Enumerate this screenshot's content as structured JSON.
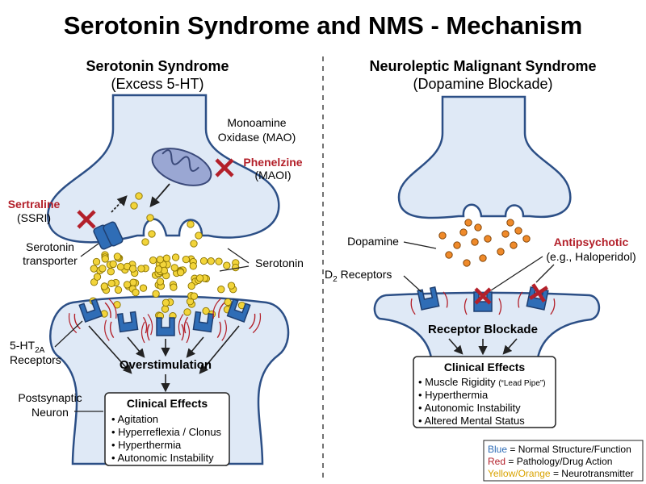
{
  "title": "Serotonin Syndrome and NMS - Mechanism",
  "colors": {
    "structure_fill": "#dfe9f6",
    "structure_stroke": "#2c4f86",
    "receptor": "#2f6db6",
    "pathology": "#b3202a",
    "serotonin": "#f2d43a",
    "dopamine": "#ef8a2a"
  },
  "left": {
    "heading": "Serotonin Syndrome",
    "subheading": "(Excess 5-HT)",
    "mao_label_1": "Monoamine",
    "mao_label_2": "Oxidase (MAO)",
    "phenelzine": "Phenelzine",
    "maoi": "(MAOI)",
    "sertraline": "Sertraline",
    "ssri": "(SSRI)",
    "transporter_1": "Serotonin",
    "transporter_2": "transporter",
    "serotonin": "Serotonin",
    "receptor_1_main": "5-HT",
    "receptor_1_sub": "2A",
    "receptor_2": "Receptors",
    "overstimulation": "Overstimulation",
    "postsynaptic_1": "Postsynaptic",
    "postsynaptic_2": "Neuron",
    "effects_title": "Clinical Effects",
    "effects": [
      "• Agitation",
      "• Hyperreflexia / Clonus",
      "• Hyperthermia",
      "• Autonomic Instability"
    ]
  },
  "right": {
    "heading": "Neuroleptic Malignant Syndrome",
    "subheading": "(Dopamine Blockade)",
    "dopamine": "Dopamine",
    "antipsychotic": "Antipsychotic",
    "haloperidol": "(e.g., Haloperidol)",
    "d2_main": "D",
    "d2_sub": "2",
    "d2_rest": " Receptors",
    "blockade": "Receptor Blockade",
    "effects_title": "Clinical Effects",
    "effects_1a": "• Muscle Rigidity ",
    "effects_1b": "(“Lead Pipe”)",
    "effects": [
      "• Hyperthermia",
      "• Autonomic Instability",
      "• Altered Mental Status"
    ]
  },
  "legend": {
    "blue_key": "Blue",
    "blue_text": " = Normal Structure/Function",
    "red_key": "Red",
    "red_text": " = Pathology/Drug Action",
    "yellow_key": "Yellow/Orange",
    "yellow_text": " = Neurotransmitter"
  }
}
